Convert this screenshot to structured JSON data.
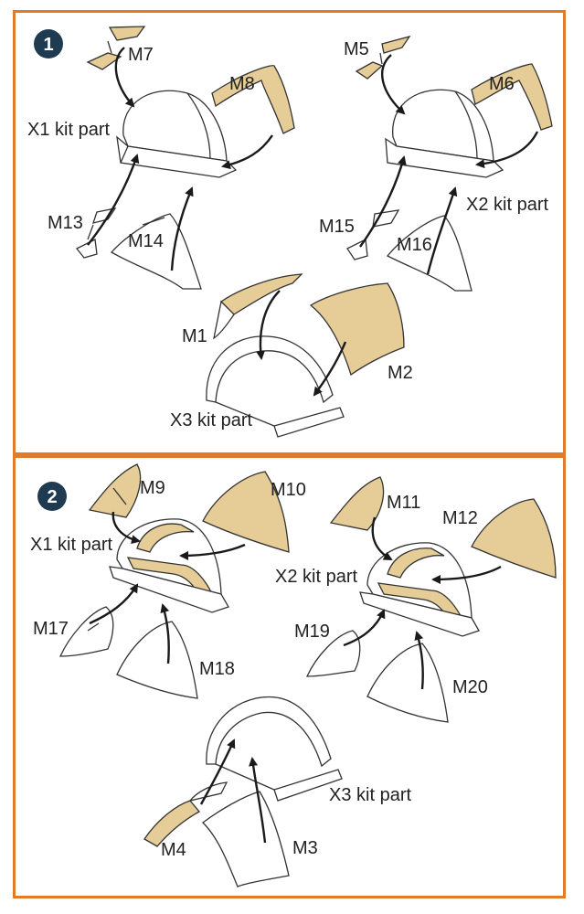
{
  "colors": {
    "frame": "#e07b2a",
    "tan_mask": "#e6cc97",
    "badge": "#1f3b52"
  },
  "steps": [
    {
      "number": "1",
      "labels": {
        "m7": "M7",
        "m8": "M8",
        "x1": "X1 kit part",
        "m13": "M13",
        "m14": "M14",
        "m5": "M5",
        "m6": "M6",
        "x2": "X2 kit part",
        "m15": "M15",
        "m16": "M16",
        "m1": "M1",
        "m2": "M2",
        "x3": "X3 kit part"
      }
    },
    {
      "number": "2",
      "labels": {
        "m9": "M9",
        "m10": "M10",
        "x1": "X1 kit part",
        "m17": "M17",
        "m18": "M18",
        "m11": "M11",
        "m12": "M12",
        "x2": "X2 kit part",
        "m19": "M19",
        "m20": "M20",
        "x3": "X3 kit part",
        "m4": "M4",
        "m3": "M3"
      }
    }
  ]
}
